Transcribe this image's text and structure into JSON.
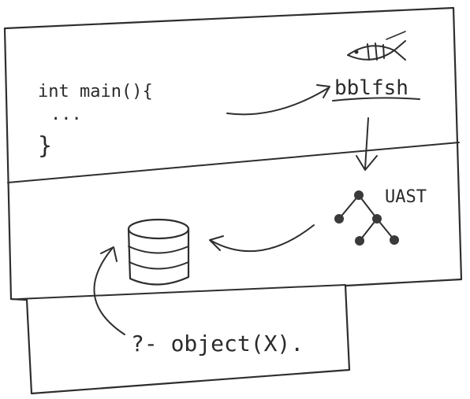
{
  "diagram": {
    "code_snippet": {
      "line1": "int main(){",
      "line2": "...",
      "line3": "}"
    },
    "parser_label": "bblfsh",
    "tree_label": "UAST",
    "query": "?- object(X)."
  }
}
